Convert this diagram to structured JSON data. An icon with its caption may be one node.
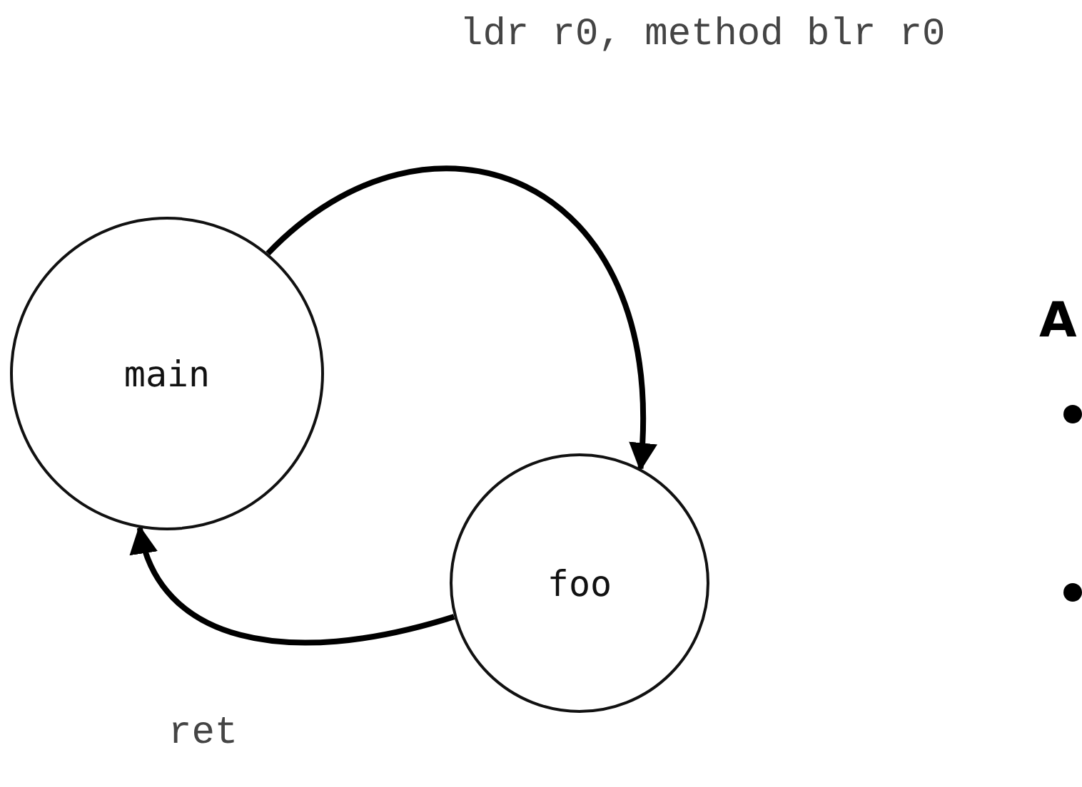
{
  "diagram": {
    "nodes": [
      {
        "text": [
          "main"
        ]
      },
      {
        "text": [
          "foo"
        ]
      }
    ],
    "edges": [
      {
        "from": 0,
        "to": 1,
        "arrow": "to",
        "label": "ldr r0, method blr r0"
      },
      {
        "from": 1,
        "to": 0,
        "arrow": "to",
        "label": "ret"
      }
    ],
    "labels": [
      "A"
    ]
  }
}
